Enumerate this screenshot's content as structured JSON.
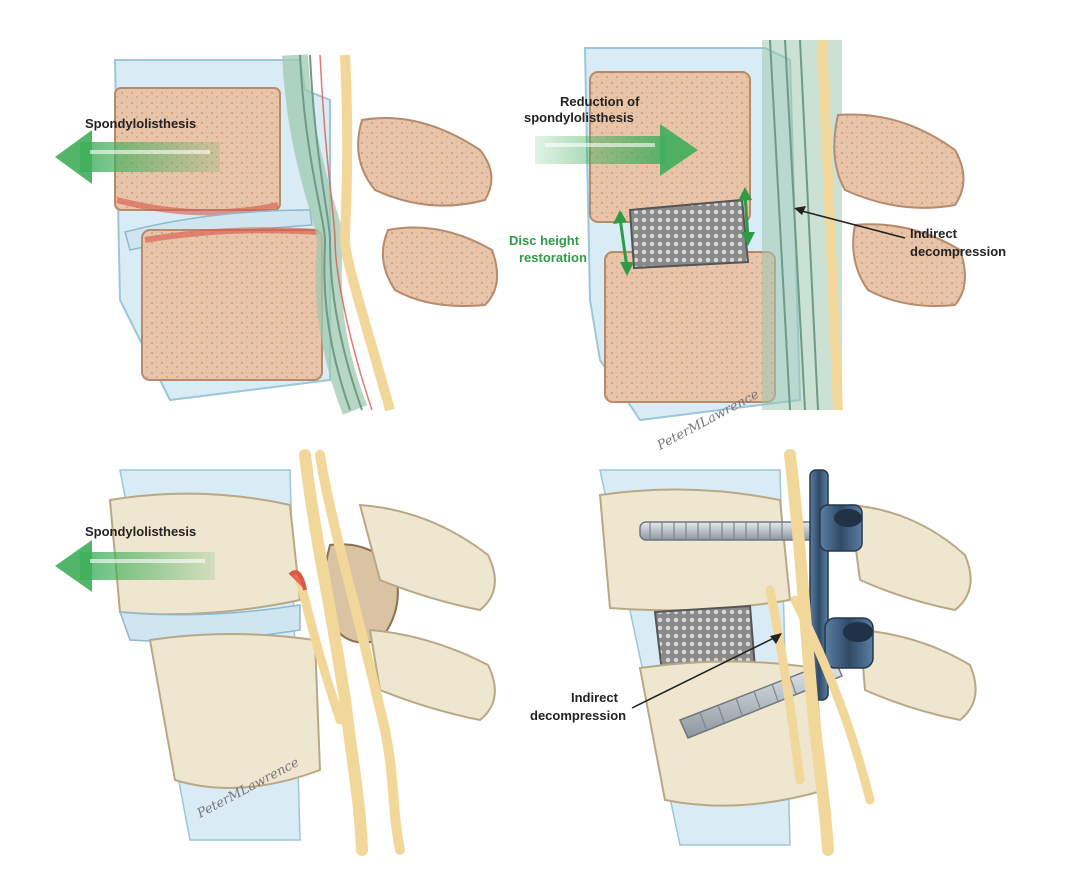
{
  "labels": {
    "top_left_spondy": "Spondylolisthesis",
    "top_right_reduction_line1": "Reduction of",
    "top_right_reduction_line2": "spondylolisthesis",
    "top_right_disc_line1": "Disc height",
    "top_right_disc_line2": "restoration",
    "top_right_indirect_line1": "Indirect",
    "top_right_indirect_line2": "decompression",
    "bottom_left_spondy": "Spondylolisthesis",
    "bottom_right_indirect_line1": "Indirect",
    "bottom_right_indirect_line2": "decompression"
  },
  "signatures": {
    "top": "PeterMLawrence",
    "bottom": "PeterMLawrence"
  },
  "colors": {
    "bone": "#e8c4a8",
    "bone_edge": "#c99a7b",
    "endplate_red": "#d9584a",
    "disc_blue": "#cfe6f0",
    "nerve_yellow": "#f1d79a",
    "cord_green": "#9fc9b0",
    "arrow_green": "#3fae5a",
    "vertebra_cream": "#efe6cf",
    "cage_gray": "#6f6f6f",
    "screw_silver": "#b8c0c8",
    "rod_blue": "#3d5d7e"
  }
}
